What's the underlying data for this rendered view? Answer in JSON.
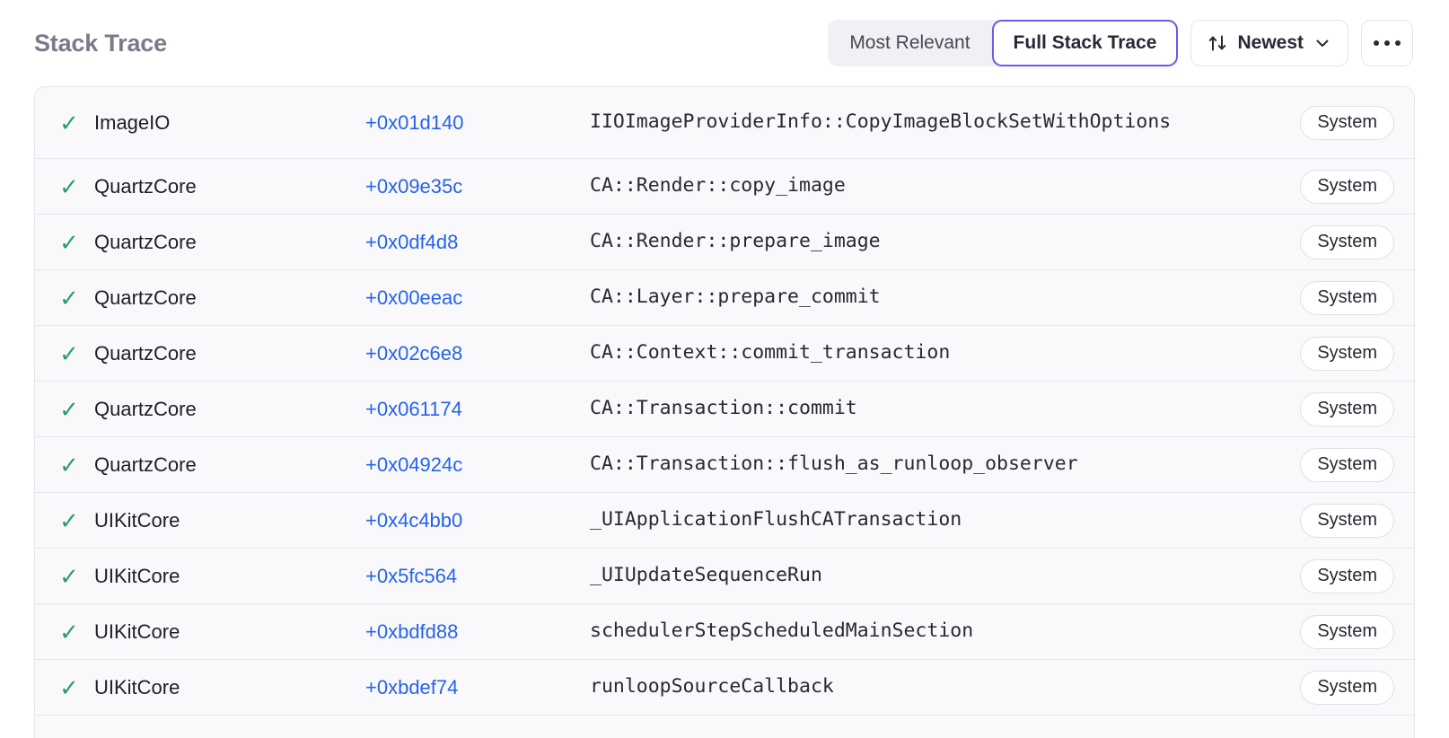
{
  "header": {
    "title": "Stack Trace",
    "segmented": {
      "options": [
        {
          "label": "Most Relevant",
          "selected": false
        },
        {
          "label": "Full Stack Trace",
          "selected": true
        }
      ]
    },
    "sort_button": {
      "icon": "sort-arrows-icon",
      "label": "Newest",
      "chevron": "chevron-down-icon"
    },
    "more_button": {
      "icon": "ellipsis-icon",
      "label": "..."
    }
  },
  "colors": {
    "accent": "#6b5ce7",
    "link": "#2563eb",
    "check": "#2e9e6b",
    "title": "#7c7989",
    "row_bg": "#f9f9fb",
    "border": "#e7e5ed"
  },
  "table": {
    "rows": [
      {
        "status": "check-icon",
        "module": "ImageIO",
        "offset": "+0x01d140",
        "function": "IIOImageProviderInfo::CopyImageBlockSetWithOptions",
        "badge": "System"
      },
      {
        "status": "check-icon",
        "module": "QuartzCore",
        "offset": "+0x09e35c",
        "function": "CA::Render::copy_image",
        "badge": "System"
      },
      {
        "status": "check-icon",
        "module": "QuartzCore",
        "offset": "+0x0df4d8",
        "function": "CA::Render::prepare_image",
        "badge": "System"
      },
      {
        "status": "check-icon",
        "module": "QuartzCore",
        "offset": "+0x00eeac",
        "function": "CA::Layer::prepare_commit",
        "badge": "System"
      },
      {
        "status": "check-icon",
        "module": "QuartzCore",
        "offset": "+0x02c6e8",
        "function": "CA::Context::commit_transaction",
        "badge": "System"
      },
      {
        "status": "check-icon",
        "module": "QuartzCore",
        "offset": "+0x061174",
        "function": "CA::Transaction::commit",
        "badge": "System"
      },
      {
        "status": "check-icon",
        "module": "QuartzCore",
        "offset": "+0x04924c",
        "function": "CA::Transaction::flush_as_runloop_observer",
        "badge": "System"
      },
      {
        "status": "check-icon",
        "module": "UIKitCore",
        "offset": "+0x4c4bb0",
        "function": "_UIApplicationFlushCATransaction",
        "badge": "System"
      },
      {
        "status": "check-icon",
        "module": "UIKitCore",
        "offset": "+0x5fc564",
        "function": "_UIUpdateSequenceRun",
        "badge": "System"
      },
      {
        "status": "check-icon",
        "module": "UIKitCore",
        "offset": "+0xbdfd88",
        "function": "schedulerStepScheduledMainSection",
        "badge": "System"
      },
      {
        "status": "check-icon",
        "module": "UIKitCore",
        "offset": "+0xbdef74",
        "function": "runloopSourceCallback",
        "badge": "System"
      }
    ]
  }
}
